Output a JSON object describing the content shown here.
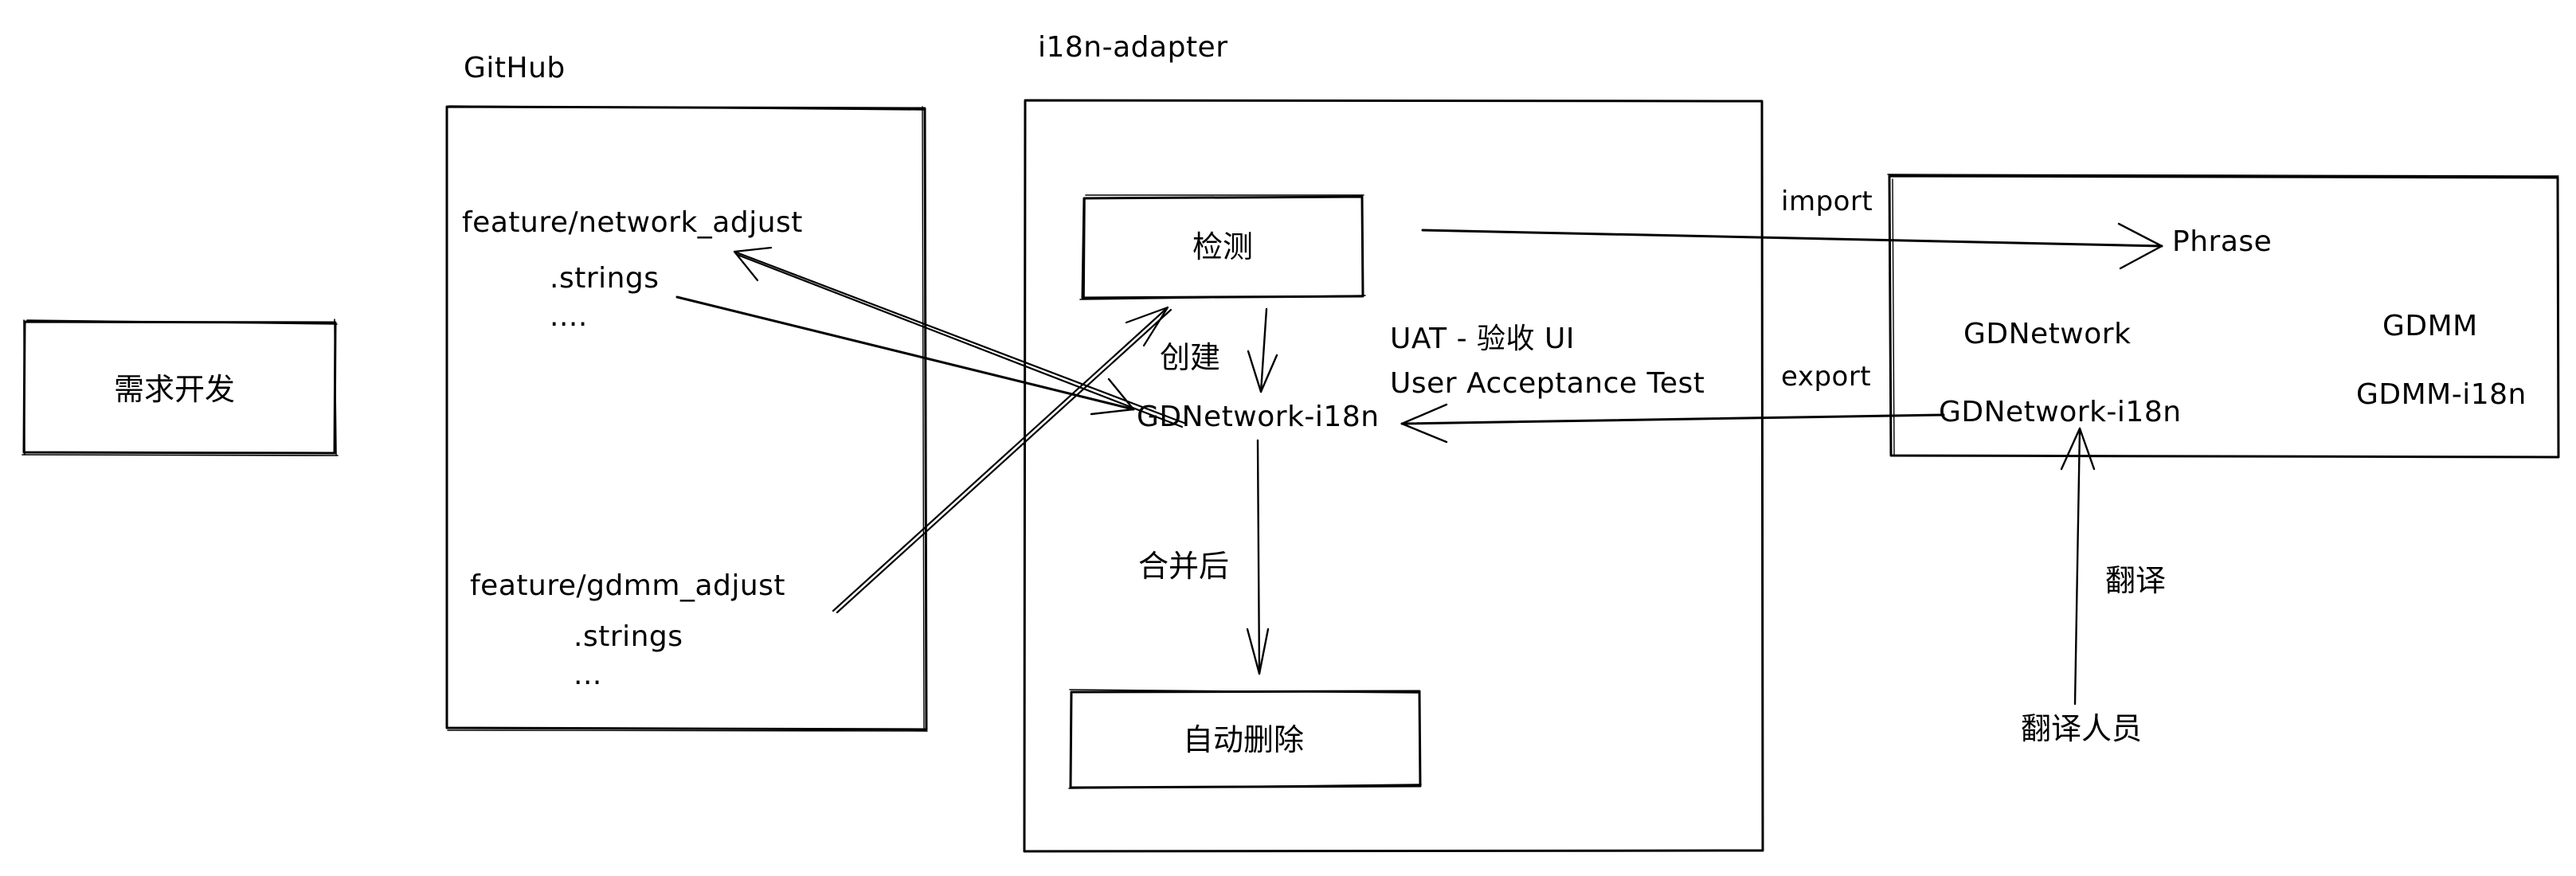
{
  "requirement_box": {
    "label": "需求开发"
  },
  "github": {
    "title": "GitHub",
    "branches": [
      {
        "name": "feature/network_adjust",
        "file": ".strings",
        "more": "...."
      },
      {
        "name": "feature/gdmm_adjust",
        "file": ".strings",
        "more": "..."
      }
    ]
  },
  "adapter": {
    "title": "i18n-adapter",
    "detect_box": "检测",
    "create_label": "创建",
    "repo": "GDNetwork-i18n",
    "uat_line1": "UAT - 验收 UI",
    "uat_line2": "User Acceptance Test",
    "merge_label": "合并后",
    "delete_box": "自动删除"
  },
  "phrase": {
    "import_label": "import",
    "export_label": "export",
    "title": "Phrase",
    "projects": [
      "GDNetwork",
      "GDNetwork-i18n",
      "GDMM",
      "GDMM-i18n"
    ]
  },
  "translator": {
    "action": "翻译",
    "role": "翻译人员"
  },
  "colors": {
    "stroke": "#000000",
    "background": "#ffffff"
  }
}
